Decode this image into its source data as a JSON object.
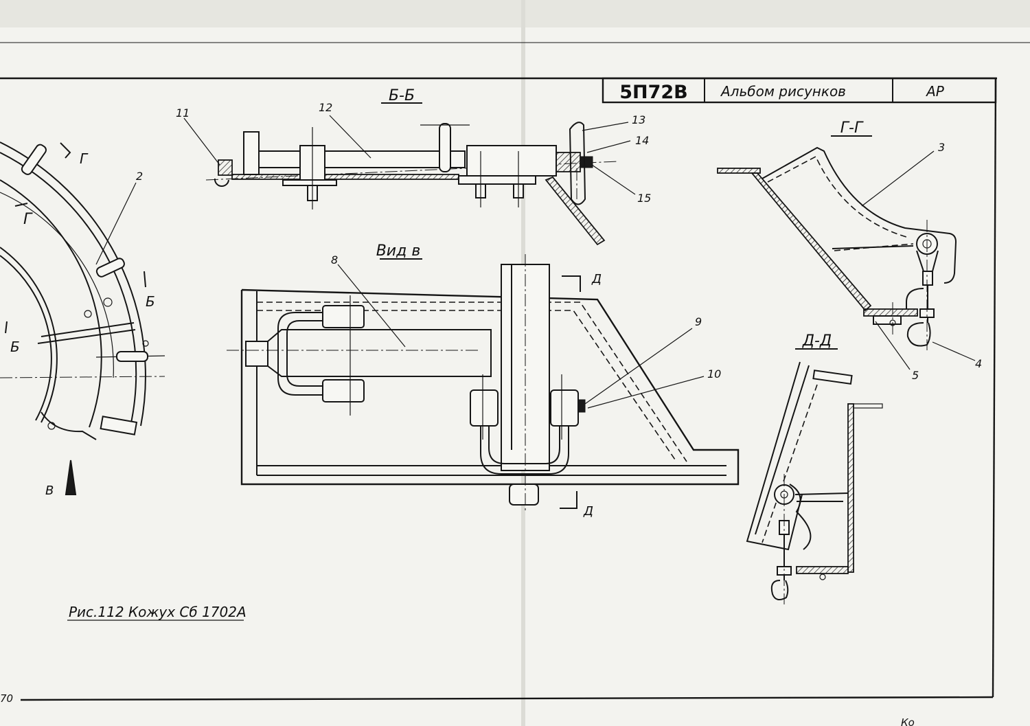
{
  "title_block": {
    "code": "5П72В",
    "album": "Альбом рисунков",
    "sheet": "АР"
  },
  "caption": "Рис.112  Кожух Сб 1702А",
  "sections": {
    "bb": "Б-Б",
    "gg": "Г-Г",
    "dd": "Д-Д",
    "view_v": "Вид в"
  },
  "cut_marks": {
    "g": "Г",
    "b": "Б",
    "d": "Д",
    "v": "В"
  },
  "callouts": {
    "c2": "2",
    "c3": "3",
    "c4": "4",
    "c5": "5",
    "c8": "8",
    "c9": "9",
    "c10": "10",
    "c11": "11",
    "c12": "12",
    "c13": "13",
    "c14": "14",
    "c15": "15"
  },
  "margin_left": "70",
  "margin_bottom_right": "Ко"
}
